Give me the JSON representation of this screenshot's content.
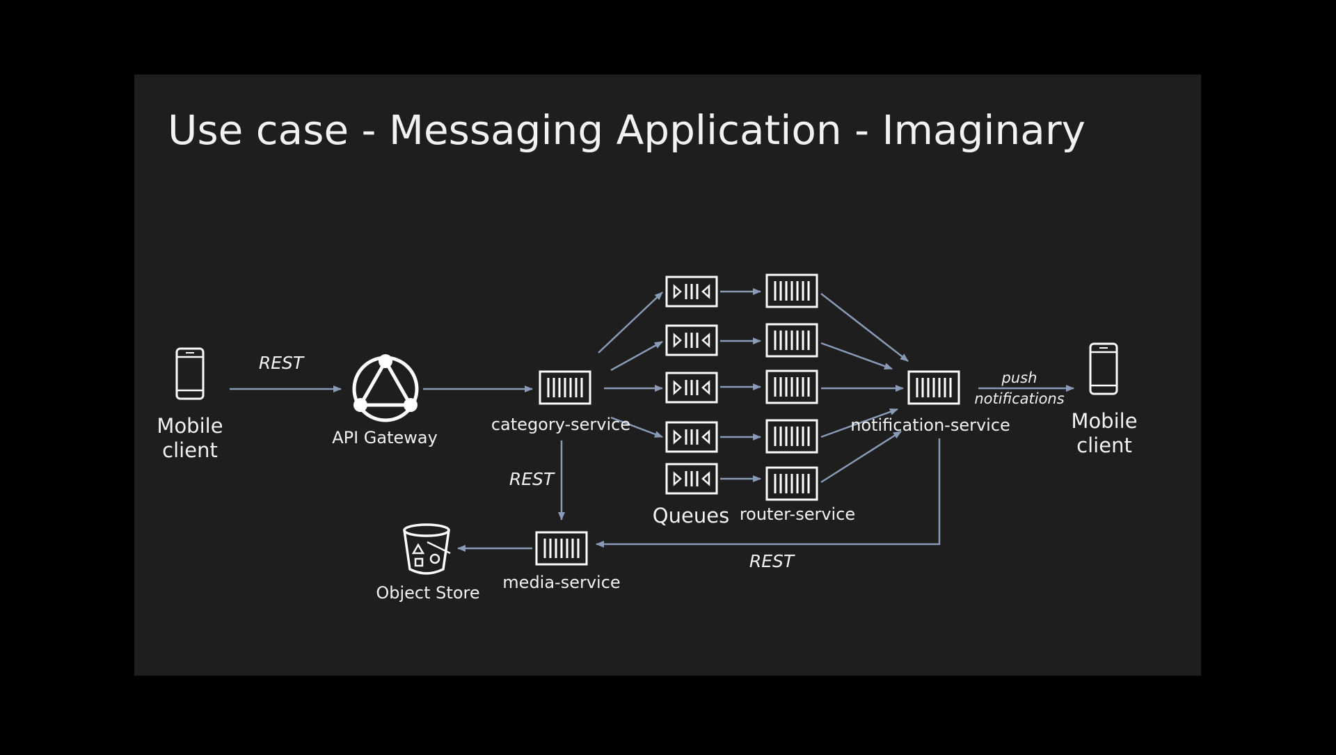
{
  "slide": {
    "title": "Use case - Messaging Application - Imaginary"
  },
  "nodes": {
    "mobile_client_left": {
      "line1": "Mobile",
      "line2": "client",
      "icon": "mobile-phone-icon"
    },
    "api_gateway": {
      "label": "API Gateway",
      "icon": "api-gateway-icon"
    },
    "category_service": {
      "label": "category-service",
      "icon": "service-container-icon"
    },
    "queues": {
      "label": "Queues",
      "icon": "queue-icon",
      "count": 5
    },
    "router_service": {
      "label": "router-service",
      "icon": "service-container-icon",
      "count": 5
    },
    "notification_service": {
      "label": "notification-service",
      "icon": "service-container-icon"
    },
    "mobile_client_right": {
      "line1": "Mobile",
      "line2": "client",
      "icon": "mobile-phone-icon"
    },
    "media_service": {
      "label": "media-service",
      "icon": "service-container-icon"
    },
    "object_store": {
      "label": "Object Store",
      "icon": "bucket-icon"
    }
  },
  "edges": {
    "client_to_gateway": "REST",
    "category_to_media": "REST",
    "notification_to_media": "REST",
    "push_line1": "push",
    "push_line2": "notifications"
  },
  "colors": {
    "background": "#000000",
    "slide": "#1e1e1e",
    "text": "#f2f2f2",
    "arrow": "#8a9bb8"
  }
}
